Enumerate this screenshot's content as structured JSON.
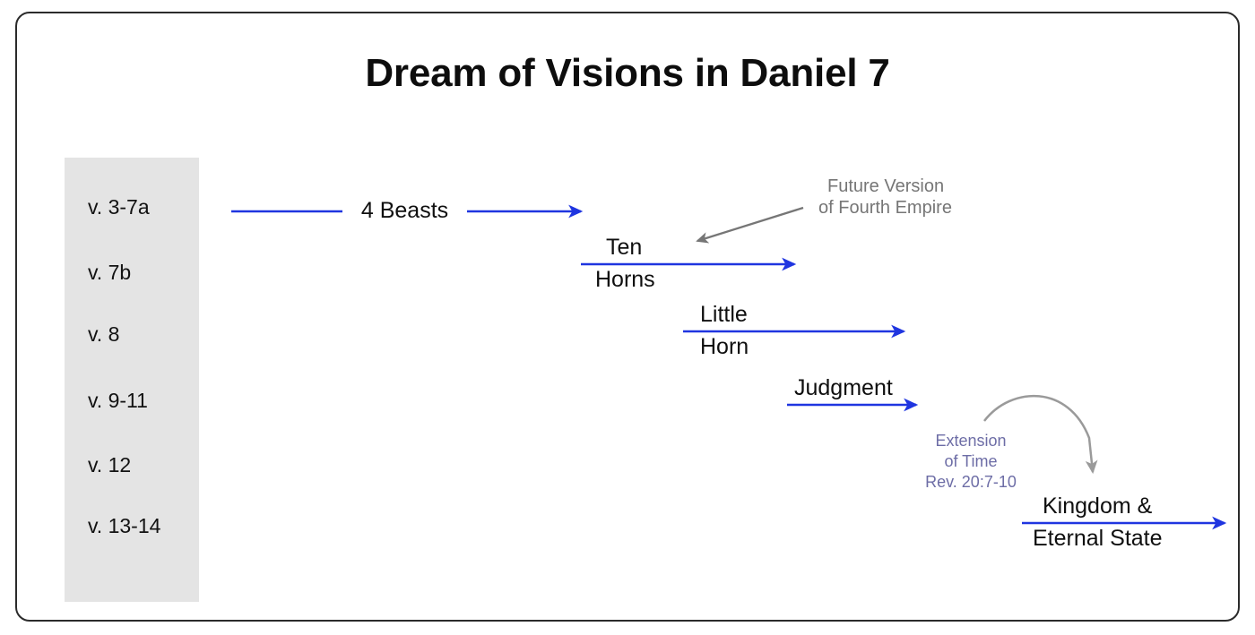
{
  "slide": {
    "title": "Dream of Visions in Daniel 7",
    "background_color": "#ffffff",
    "border_color": "#2b2b2b"
  },
  "colors": {
    "arrow_blue": "#1f35e0",
    "annotation_gray": "#767676",
    "annotation_purple": "#6d6da6",
    "panel_gray": "#e4e4e4",
    "text_black": "#0f0f0f"
  },
  "verse_panel": {
    "items": [
      {
        "label": "v. 3-7a"
      },
      {
        "label": "v. 7b"
      },
      {
        "label": "v. 8"
      },
      {
        "label": "v. 9-11"
      },
      {
        "label": "v. 12"
      },
      {
        "label": "v. 13-14"
      }
    ]
  },
  "flow": {
    "rows": [
      {
        "label_above": "4 Beasts",
        "label_below": ""
      },
      {
        "label_above": "Ten",
        "label_below": "Horns"
      },
      {
        "label_above": "Little",
        "label_below": "Horn"
      },
      {
        "label_above": "Judgment",
        "label_below": ""
      },
      {
        "label_above": "Kingdom &",
        "label_below": "Eternal State"
      }
    ]
  },
  "annotations": {
    "future_version": {
      "line1": "Future Version",
      "line2": "of Fourth Empire"
    },
    "extension_of_time": {
      "line1": "Extension",
      "line2": "of Time",
      "line3": "Rev. 20:7-10"
    }
  }
}
